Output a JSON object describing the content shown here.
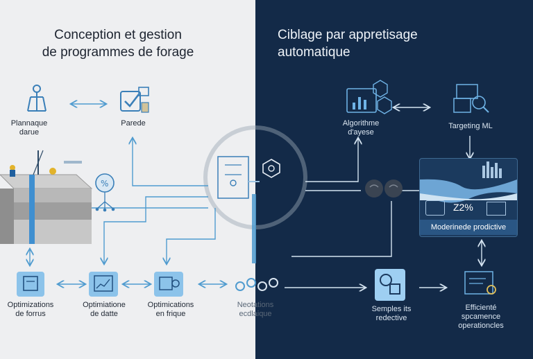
{
  "left_panel": {
    "title_line1": "Conception et gestion",
    "title_line2": "de programmes de forage",
    "nodes": [
      {
        "line1": "Plannaque",
        "line2": "darue"
      },
      {
        "line1": "Parede",
        "line2": ""
      },
      {
        "line1": "Optimizations",
        "line2": "de forrus"
      },
      {
        "line1": "Optimiatione",
        "line2": "de datte"
      },
      {
        "line1": "Optimications",
        "line2": "en frique"
      }
    ]
  },
  "right_panel": {
    "title_line1": "Ciblage par appretisage",
    "title_line2": "automatique",
    "nodes": [
      {
        "line1": "Algorithme",
        "line2": "d'ayese"
      },
      {
        "line1": "Targeting ML",
        "line2": ""
      },
      {
        "line1": "Neotations",
        "line2": "ecdlaique"
      },
      {
        "line1": "Semples its",
        "line2": "redective"
      },
      {
        "line1": "Efficienté",
        "line2": "spcamence",
        "line3": "operationcles"
      }
    ],
    "model_percent": "Z2%",
    "model_caption": "Moderinede prodictive"
  },
  "colors": {
    "left_bg": "#eeeff1",
    "right_bg": "#132a48",
    "accent_blue": "#4f9bcf",
    "line_light": "#cfe3f2"
  }
}
